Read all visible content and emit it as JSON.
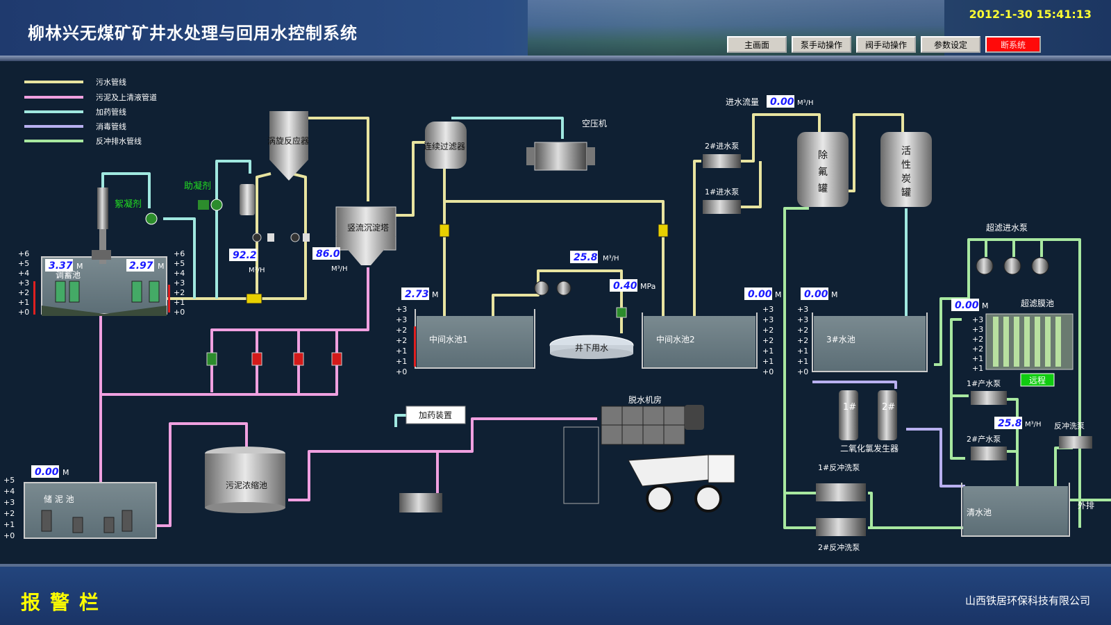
{
  "header": {
    "title": "柳林兴无煤矿矿井水处理与回用水控制系统",
    "datetime": "2012-1-30 15:41:13",
    "nav": [
      "主画面",
      "泵手动操作",
      "阀手动操作",
      "参数设定",
      "断系统"
    ]
  },
  "legend": [
    "污水管线",
    "污泥及上清液管道",
    "加药管线",
    "消毒管线",
    "反冲排水管线"
  ],
  "labels": {
    "tiaoxu": "调蓄池",
    "xunuji": "絮凝剂",
    "zhuningji": "助凝剂",
    "woxuan": "涡旋反应器",
    "shuliu": "竖流沉淀塔",
    "lianxu": "连续过滤器",
    "kongyaji": "空压机",
    "zhongjian1": "中间水池1",
    "jingxia": "井下用水",
    "zhongjian2": "中间水池2",
    "jinshui_flow": "进水流量",
    "pump2_in": "2#进水泵",
    "pump1_in": "1#进水泵",
    "chufu": "除氟罐",
    "huoxingtan": "活性炭罐",
    "chaolv_in": "超滤进水泵",
    "chaolv_mo": "超滤膜池",
    "pool3": "3#水池",
    "remote": "远程",
    "p1_out": "1#产水泵",
    "p2_out": "2#产水泵",
    "fanchong": "反冲洗泵",
    "qingshui": "清水池",
    "waipai": "外排",
    "eryang1": "1#",
    "eryang2": "2#",
    "eryang": "二氧化氯发生器",
    "fc1": "1#反冲洗泵",
    "fc2": "2#反冲洗泵",
    "jiayao": "加药装置",
    "tuoshui": "脱水机房",
    "wuni": "污泥浓缩池",
    "chuni": "储 泥 池"
  },
  "readings": {
    "tiaoxu_a": "3.37",
    "tiaoxu_b": "2.97",
    "flow1": "92.2",
    "flow2": "86.0",
    "pool1": "2.73",
    "flow3": "25.8",
    "pressure": "0.40",
    "pool2": "0.00",
    "inflow": "0.00",
    "pool3": "0.00",
    "membrane": "0.00",
    "outflow": "25.8",
    "chuni": "0.00"
  },
  "units": {
    "m": "M",
    "flow": "M³/H",
    "mpa": "MPa"
  },
  "scale": {
    "six": [
      "+6",
      "+5",
      "+4",
      "+3",
      "+2",
      "+1",
      "+0"
    ],
    "five": [
      "+5",
      "+4",
      "+3",
      "+2",
      "+1",
      "+0"
    ],
    "three": [
      "+3",
      "+3",
      "+2",
      "+2",
      "+1",
      "+1",
      "+0"
    ]
  },
  "alarm": {
    "label": "报警栏"
  },
  "company": "山西铁居环保科技有限公司",
  "colors": {
    "sewage": "#e8e4a0",
    "sludge": "#f0a0e0",
    "dosing": "#a0e8e0",
    "disinfect": "#b8b0f0",
    "backwash": "#a8e8a0",
    "accent": "#ffff00"
  }
}
